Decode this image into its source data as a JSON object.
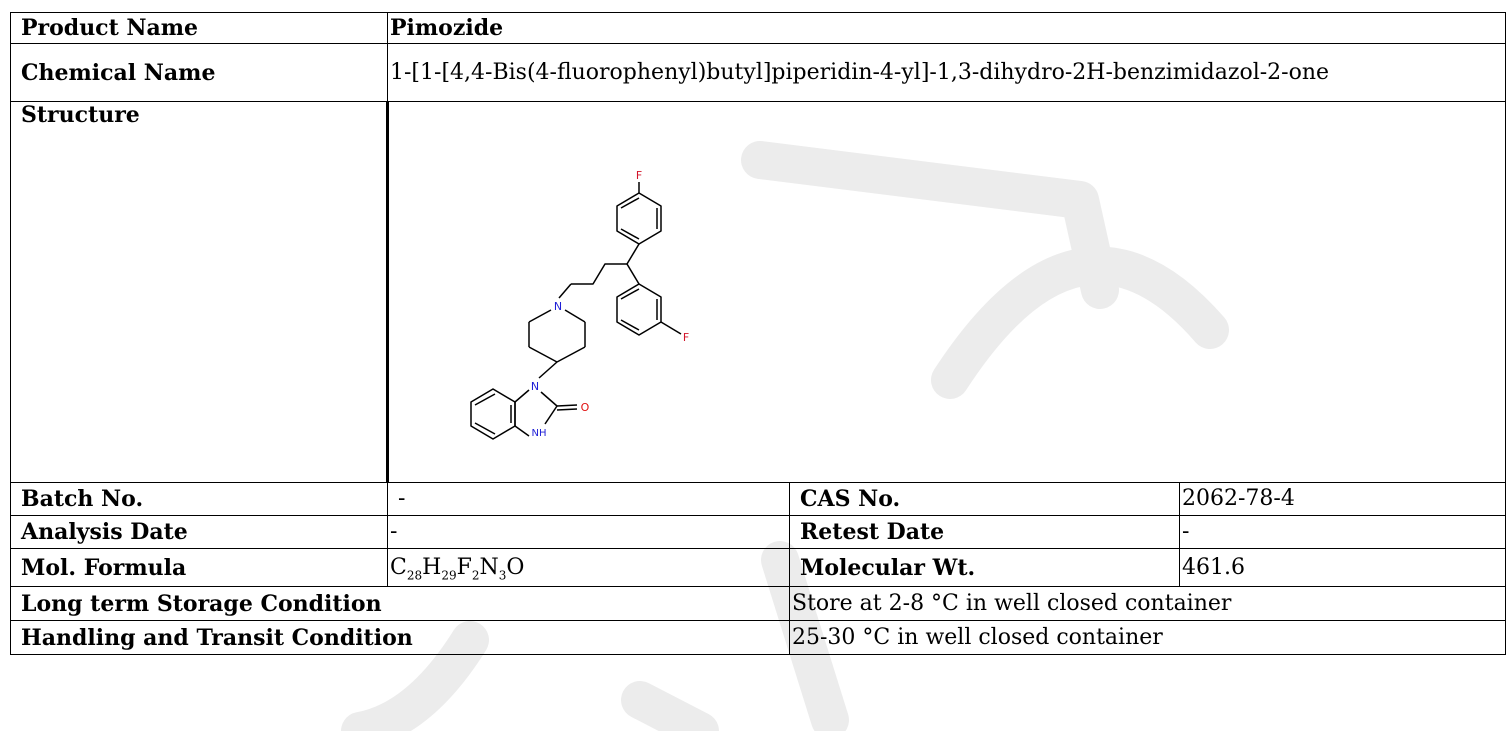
{
  "product": {
    "label": "Product Name",
    "value": "Pimozide"
  },
  "chemical": {
    "label": "Chemical Name",
    "value": "1-[1-[4,4-Bis(4-fluorophenyl)butyl]piperidin-4-yl]-1,3-dihydro-2H-benzimidazol-2-one"
  },
  "structure": {
    "label": "Structure",
    "atom_f": "F",
    "atom_n": "N",
    "atom_nh": "NH",
    "atom_o": "O"
  },
  "batch": {
    "label": "Batch No.",
    "value": "-"
  },
  "cas": {
    "label": "CAS No.",
    "value": "2062-78-4"
  },
  "analysis": {
    "label": "Analysis Date",
    "value": "-"
  },
  "retest": {
    "label": "Retest Date",
    "value": "-"
  },
  "formula": {
    "label": "Mol. Formula",
    "parts": [
      {
        "el": "C",
        "n": "28"
      },
      {
        "el": "H",
        "n": "29"
      },
      {
        "el": "F",
        "n": "2"
      },
      {
        "el": "N",
        "n": "3"
      },
      {
        "el": "O",
        "n": ""
      }
    ]
  },
  "mw": {
    "label": "Molecular Wt.",
    "value": "461.6"
  },
  "storage": {
    "label": "Long term Storage Condition",
    "value": "Store at 2-8 °C in well closed container"
  },
  "handling": {
    "label": "Handling and Transit Condition",
    "value": "25-30 °C in well closed container"
  },
  "colors": {
    "atom_n": "#1f1fd6",
    "atom_o": "#e01010",
    "atom_f": "#d2142a",
    "watermark": "#efefef"
  }
}
